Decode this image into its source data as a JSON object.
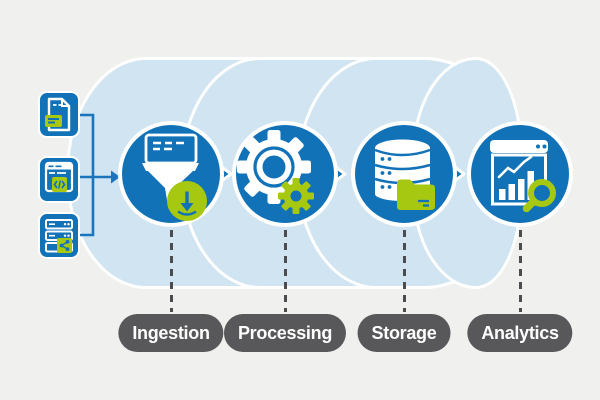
{
  "diagram": {
    "name": "data-pipeline",
    "stages": [
      {
        "label": "Ingestion",
        "icon": "funnel-download-icon"
      },
      {
        "label": "Processing",
        "icon": "gears-icon"
      },
      {
        "label": "Storage",
        "icon": "database-folder-icon"
      },
      {
        "label": "Analytics",
        "icon": "chart-magnifier-icon"
      }
    ],
    "sources": [
      {
        "icon": "document-file-icon"
      },
      {
        "icon": "code-window-icon"
      },
      {
        "icon": "server-share-icon"
      }
    ],
    "colors": {
      "background": "#f0f0ee",
      "capsule_blue": "#d0e4f2",
      "primary_blue": "#1272b8",
      "accent_green": "#a6c811",
      "connector_blue": "#1b75bc",
      "label_pill_gray": "#58585a",
      "label_text": "#ffffff",
      "outline_white": "#ffffff"
    }
  }
}
